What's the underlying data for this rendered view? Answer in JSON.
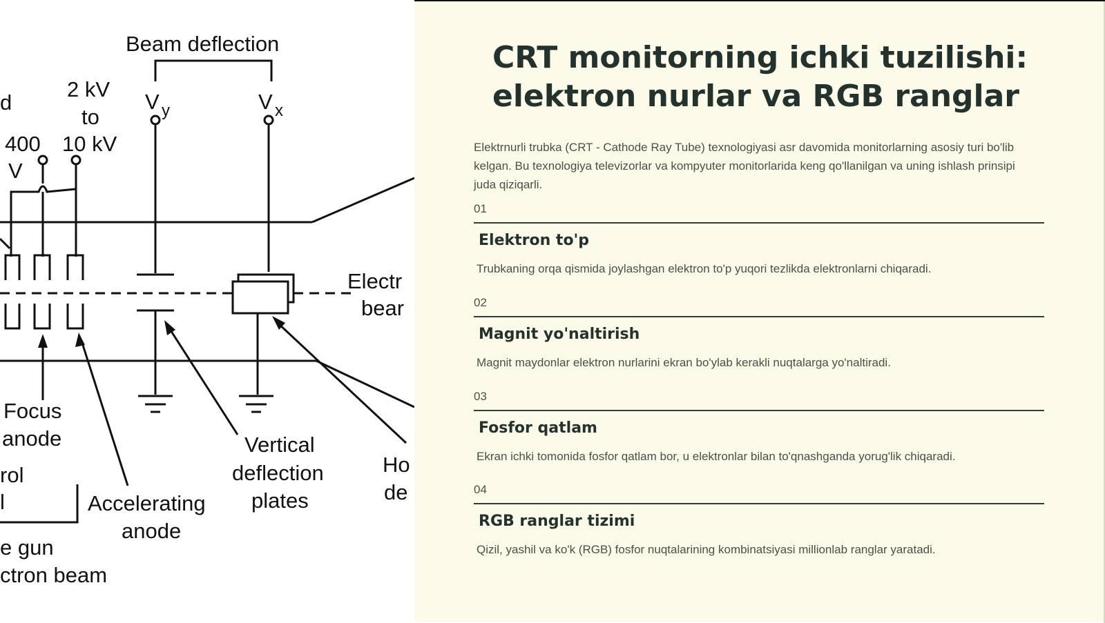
{
  "diagram": {
    "labels": {
      "beam_deflection": "Beam deflection",
      "vy": "V",
      "vy_sub": "y",
      "vx": "V",
      "vx_sub": "x",
      "kv_line1": "2 kV",
      "kv_line2": "to",
      "kv_line3": "10 kV",
      "v400": "400",
      "v400_unit": "V",
      "d_partial": "d",
      "electron_beam_1": "Electr",
      "electron_beam_2": "bear",
      "focus_1": "Focus",
      "focus_2": "anode",
      "control_1": "rol",
      "control_2": "l",
      "accel_1": "Accelerating",
      "accel_2": "anode",
      "vertical_1": "Vertical",
      "vertical_2": "deflection",
      "vertical_3": "plates",
      "horiz_1": "Ho",
      "horiz_2": "de",
      "gun": "e gun",
      "beam": "ctron beam"
    }
  },
  "slide": {
    "title": "CRT monitorning ichki tuzilishi: elektron nurlar va RGB ranglar",
    "intro": "Elektrnurli trubka (CRT - Cathode Ray Tube) texnologiyasi asr davomida monitorlarning asosiy turi bo'lib kelgan. Bu texnologiya televizorlar va kompyuter monitorlarida keng qo'llanilgan va uning ishlash prinsipi juda qiziqarli.",
    "steps": [
      {
        "num": "01",
        "title": "Elektron to'p",
        "desc": "Trubkaning orqa qismida joylashgan elektron to'p yuqori tezlikda elektronlarni chiqaradi."
      },
      {
        "num": "02",
        "title": "Magnit yo'naltirish",
        "desc": "Magnit maydonlar elektron nurlarini ekran bo'ylab kerakli nuqtalarga yo'naltiradi."
      },
      {
        "num": "03",
        "title": "Fosfor qatlam",
        "desc": "Ekran ichki tomonida fosfor qatlam bor, u elektronlar bilan to'qnashganda yorug'lik chiqaradi."
      },
      {
        "num": "04",
        "title": "RGB ranglar tizimi",
        "desc": "Qizil, yashil va ko'k (RGB) fosfor nuqtalarining kombinatsiyasi millionlab ranglar yaratadi."
      }
    ]
  }
}
